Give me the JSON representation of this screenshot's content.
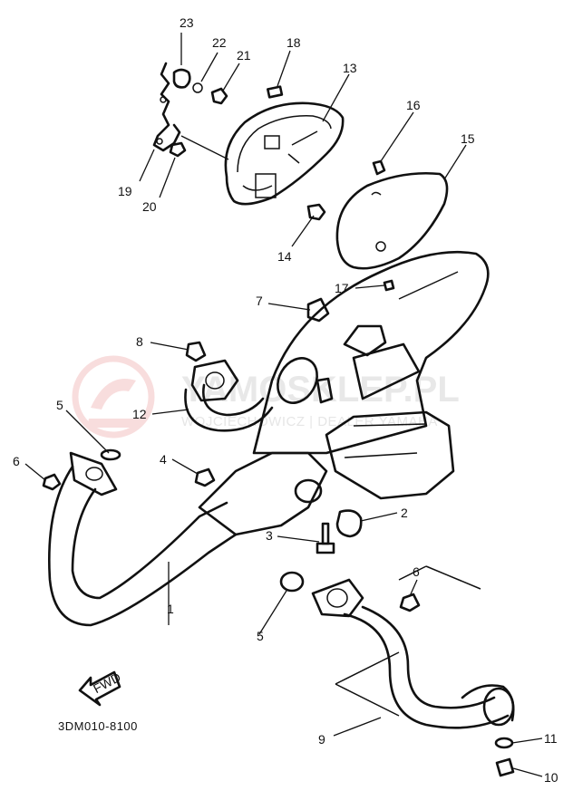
{
  "watermark": {
    "text": "YAMOSKLEP.PL",
    "subtext": "WOJCIECHOWICZ | DEALER YAMAHA",
    "color": "#f4c2c2"
  },
  "diagram_code": "3DM010-8100",
  "fwd_label": "FWD",
  "callouts": [
    {
      "id": "c1",
      "label": "1"
    },
    {
      "id": "c2",
      "label": "2"
    },
    {
      "id": "c3",
      "label": "3"
    },
    {
      "id": "c4",
      "label": "4"
    },
    {
      "id": "c5a",
      "label": "5"
    },
    {
      "id": "c5b",
      "label": "5"
    },
    {
      "id": "c6a",
      "label": "6"
    },
    {
      "id": "c6b",
      "label": "6"
    },
    {
      "id": "c7",
      "label": "7"
    },
    {
      "id": "c8",
      "label": "8"
    },
    {
      "id": "c9",
      "label": "9"
    },
    {
      "id": "c10",
      "label": "10"
    },
    {
      "id": "c11",
      "label": "11"
    },
    {
      "id": "c12",
      "label": "12"
    },
    {
      "id": "c13",
      "label": "13"
    },
    {
      "id": "c14",
      "label": "14"
    },
    {
      "id": "c15",
      "label": "15"
    },
    {
      "id": "c16",
      "label": "16"
    },
    {
      "id": "c17",
      "label": "17"
    },
    {
      "id": "c18",
      "label": "18"
    },
    {
      "id": "c19",
      "label": "19"
    },
    {
      "id": "c20",
      "label": "20"
    },
    {
      "id": "c21",
      "label": "21"
    },
    {
      "id": "c22",
      "label": "22"
    },
    {
      "id": "c23",
      "label": "23"
    }
  ]
}
